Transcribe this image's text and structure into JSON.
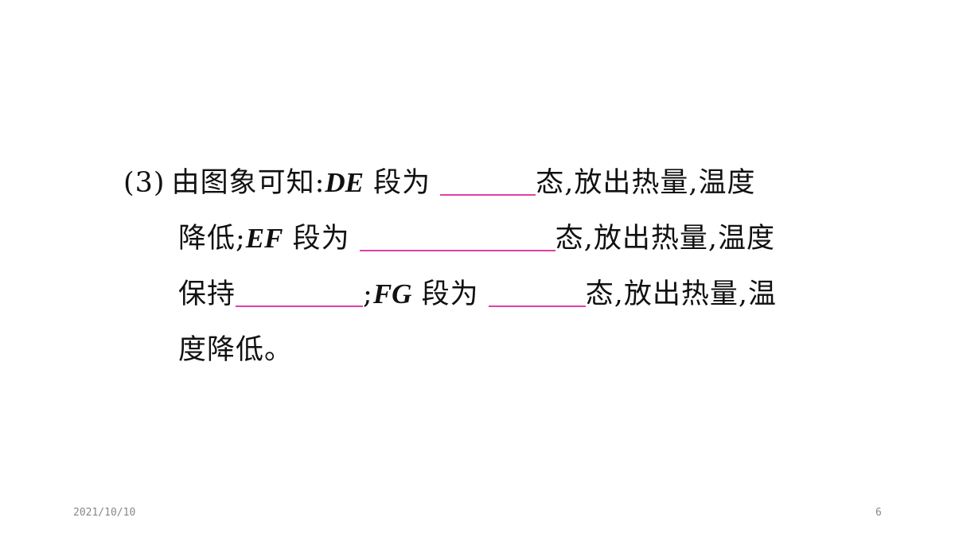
{
  "question": {
    "number": "(3)",
    "line1": {
      "prefix": "由图象可知:",
      "seg": "DE",
      "mid": " 段为",
      "suffix": "态,放出热量,温度"
    },
    "line2": {
      "prefix": "降低;",
      "seg": "EF",
      "mid": " 段为",
      "suffix": "态,放出热量,温度"
    },
    "line3": {
      "prefix": "保持",
      "sep": ";",
      "seg": "FG",
      "mid": " 段为",
      "suffix": "态,放出热量,温"
    },
    "line4": {
      "text": "度降低。"
    },
    "blank_color": "#e040a8"
  },
  "footer": {
    "date": "2021/10/10",
    "page_number": "6"
  }
}
